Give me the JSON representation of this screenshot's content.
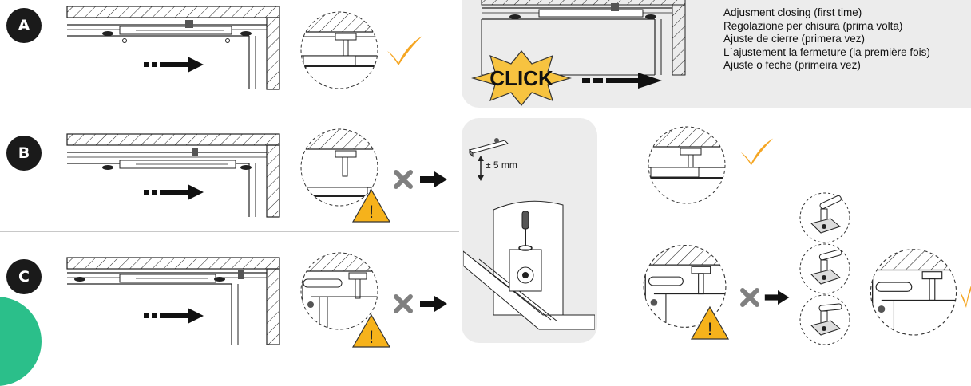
{
  "steps": [
    {
      "id": "A",
      "label": "A"
    },
    {
      "id": "B",
      "label": "B"
    },
    {
      "id": "C",
      "label": "C"
    }
  ],
  "click_label": "CLICK",
  "instructions": [
    "Adjusment closing (first time)",
    "Regolazione per chisura (prima volta)",
    "Ajuste de cierre (primera vez)",
    "L´ajustement la fermeture (la première fois)",
    "Ajuste o feche (primeira vez)"
  ],
  "adjustment_range": "± 5 mm",
  "warning_symbol": "!",
  "colors": {
    "check": "#f5a623",
    "warning": "#f6b21b",
    "cross": "#808080",
    "click_star": "#f7c340",
    "panel": "#ececec",
    "green_accent": "#2bbf8a"
  },
  "icons": [
    "check-icon",
    "cross-icon",
    "warning-icon",
    "arrow-right-icon",
    "screwdriver-icon"
  ]
}
